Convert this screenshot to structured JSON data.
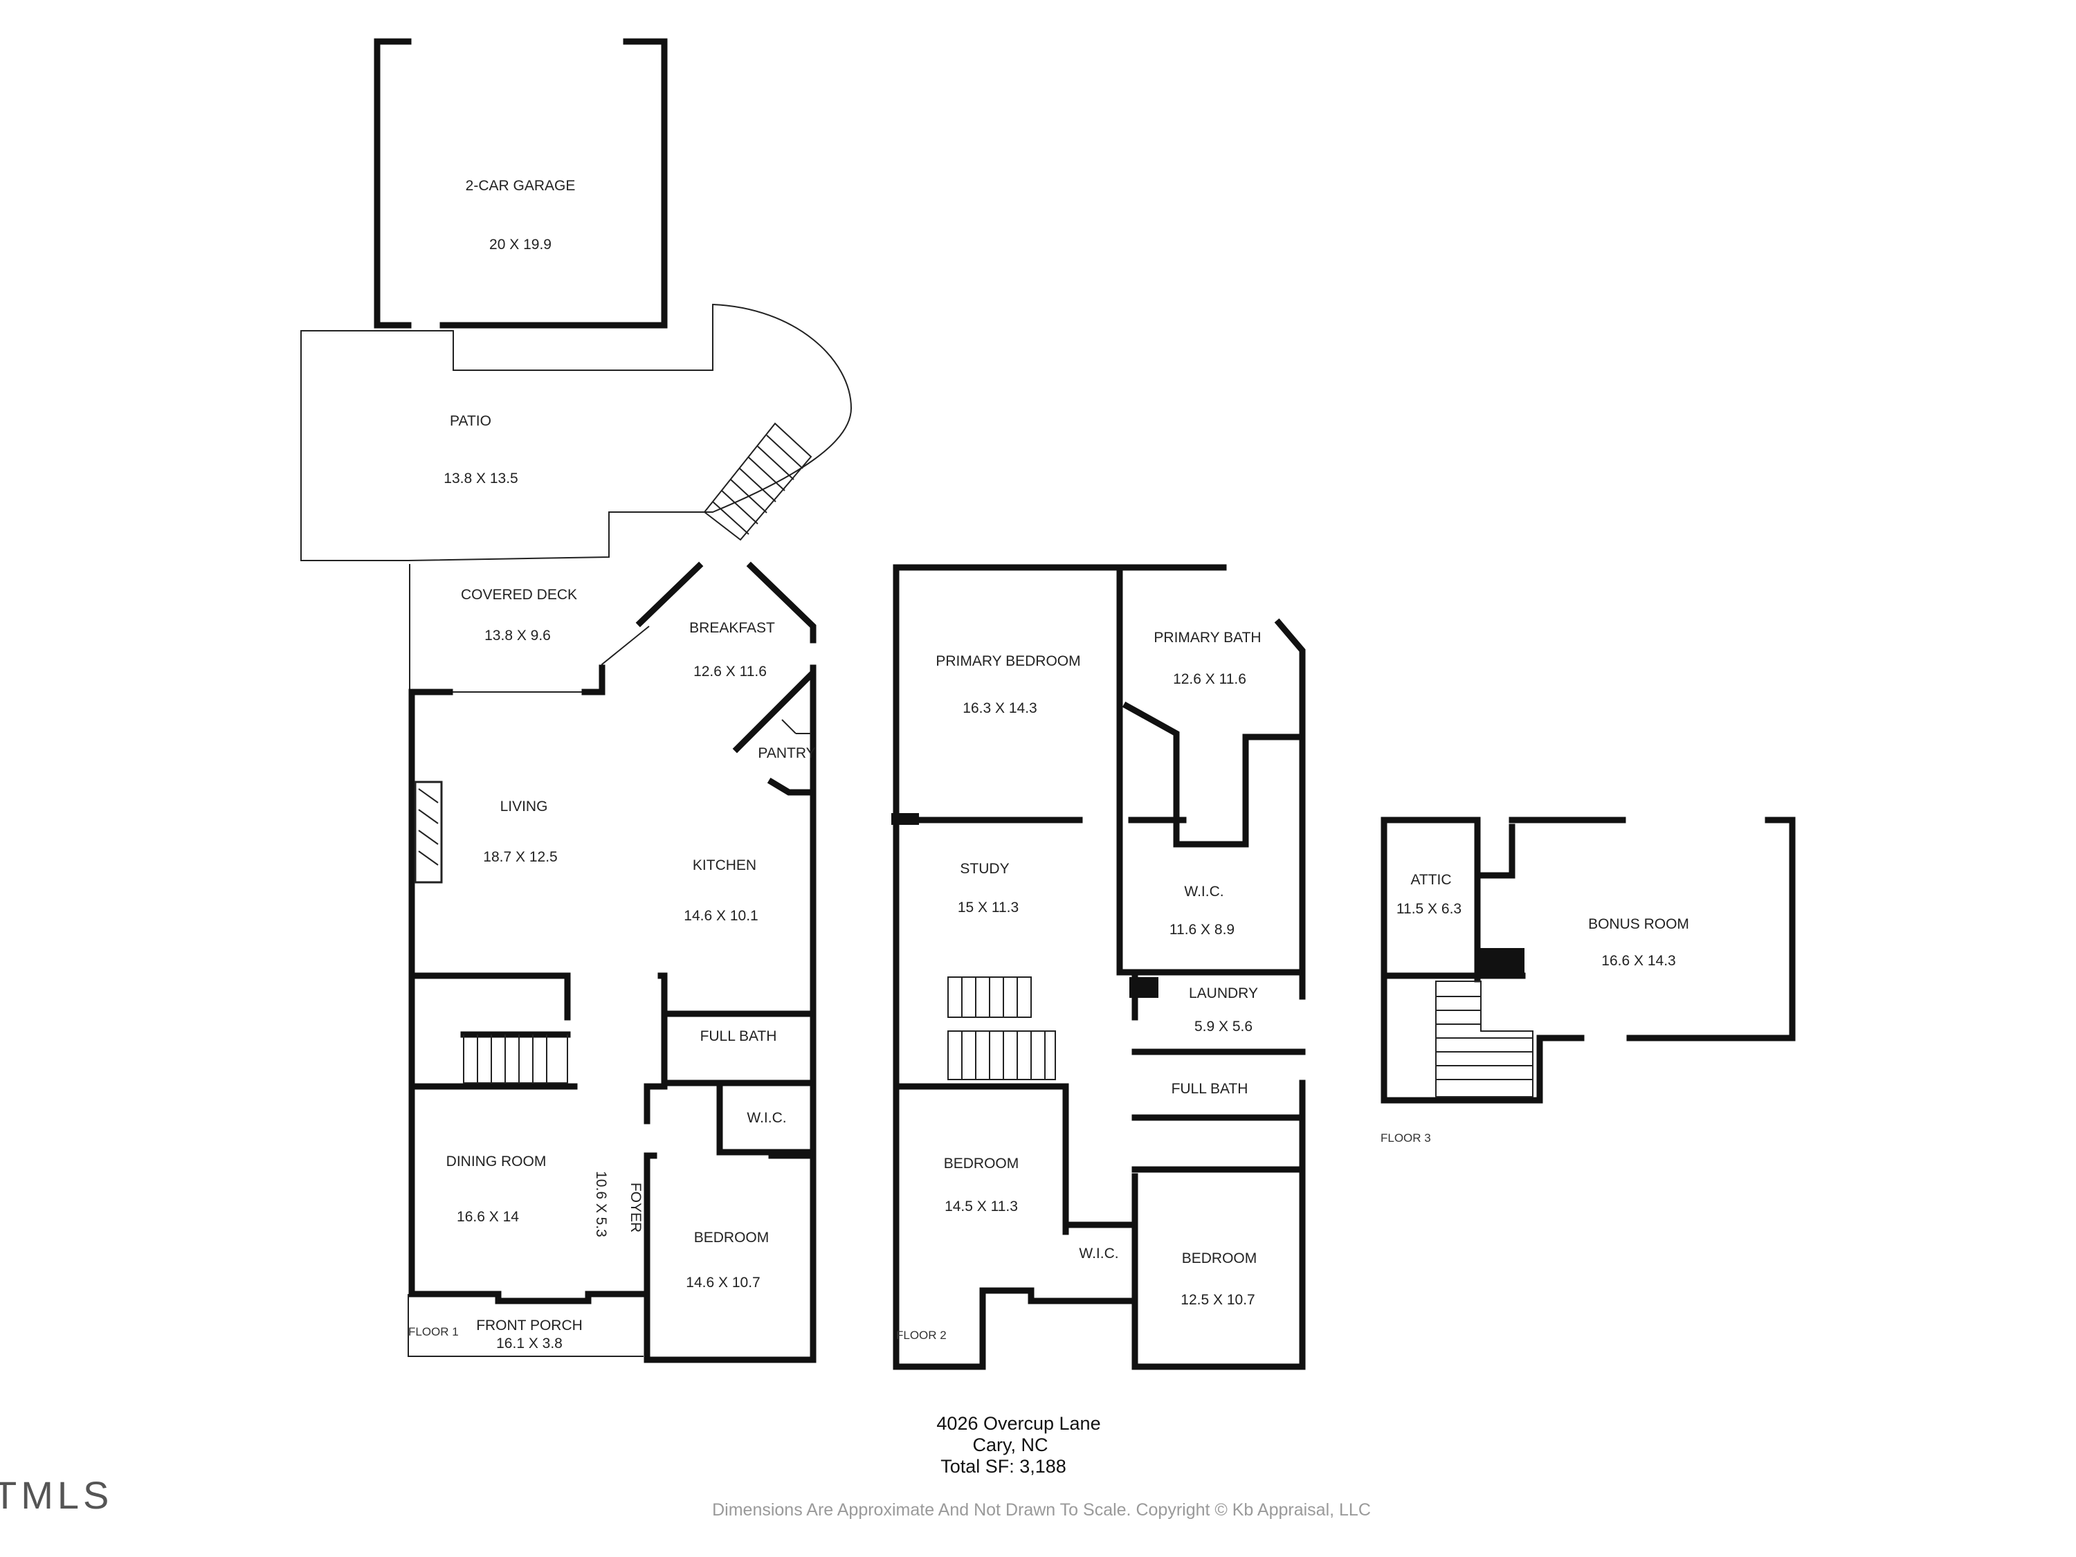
{
  "floor1": {
    "floor_label": "FLOOR 1",
    "rooms": {
      "garage": {
        "name": "2-CAR GARAGE",
        "dims": "20 X 19.9"
      },
      "patio": {
        "name": "PATIO",
        "dims": "13.8 X 13.5"
      },
      "covered_deck": {
        "name": "COVERED DECK",
        "dims": "13.8 X 9.6"
      },
      "breakfast": {
        "name": "BREAKFAST",
        "dims": "12.6 X 11.6"
      },
      "pantry": {
        "name": "PANTRY"
      },
      "living": {
        "name": "LIVING",
        "dims": "18.7 X 12.5"
      },
      "kitchen": {
        "name": "KITCHEN",
        "dims": "14.6 X 10.1"
      },
      "full_bath": {
        "name": "FULL BATH"
      },
      "wic": {
        "name": "W.I.C."
      },
      "dining_room": {
        "name": "DINING ROOM",
        "dims": "16.6 X 14"
      },
      "foyer": {
        "name": "FOYER",
        "dims": "10.6 X 5.3"
      },
      "bedroom": {
        "name": "BEDROOM",
        "dims": "14.6 X 10.7"
      },
      "front_porch": {
        "name": "FRONT PORCH",
        "dims": "16.1 X 3.8"
      }
    }
  },
  "floor2": {
    "floor_label": "FLOOR 2",
    "rooms": {
      "primary_bedroom": {
        "name": "PRIMARY BEDROOM",
        "dims": "16.3 X 14.3"
      },
      "primary_bath": {
        "name": "PRIMARY BATH",
        "dims": "12.6 X 11.6"
      },
      "study": {
        "name": "STUDY",
        "dims": "15 X 11.3"
      },
      "wic_large": {
        "name": "W.I.C.",
        "dims": "11.6 X 8.9"
      },
      "laundry": {
        "name": "LAUNDRY",
        "dims": "5.9 X 5.6"
      },
      "full_bath": {
        "name": "FULL BATH"
      },
      "bedroom_left": {
        "name": "BEDROOM",
        "dims": "14.5 X 11.3"
      },
      "wic_small": {
        "name": "W.I.C."
      },
      "bedroom_right": {
        "name": "BEDROOM",
        "dims": "12.5 X 10.7"
      }
    }
  },
  "floor3": {
    "floor_label": "FLOOR 3",
    "rooms": {
      "attic": {
        "name": "ATTIC",
        "dims": "11.5 X 6.3"
      },
      "bonus_room": {
        "name": "BONUS ROOM",
        "dims": "16.6 X 14.3"
      }
    }
  },
  "address": {
    "street": "4026 Overcup Lane",
    "city": "Cary, NC",
    "total_sf": "Total SF: 3,188"
  },
  "footer": {
    "disclaimer": "Dimensions Are Approximate And Not Drawn To Scale. Copyright © Kb Appraisal, LLC",
    "brand": "TMLS"
  }
}
